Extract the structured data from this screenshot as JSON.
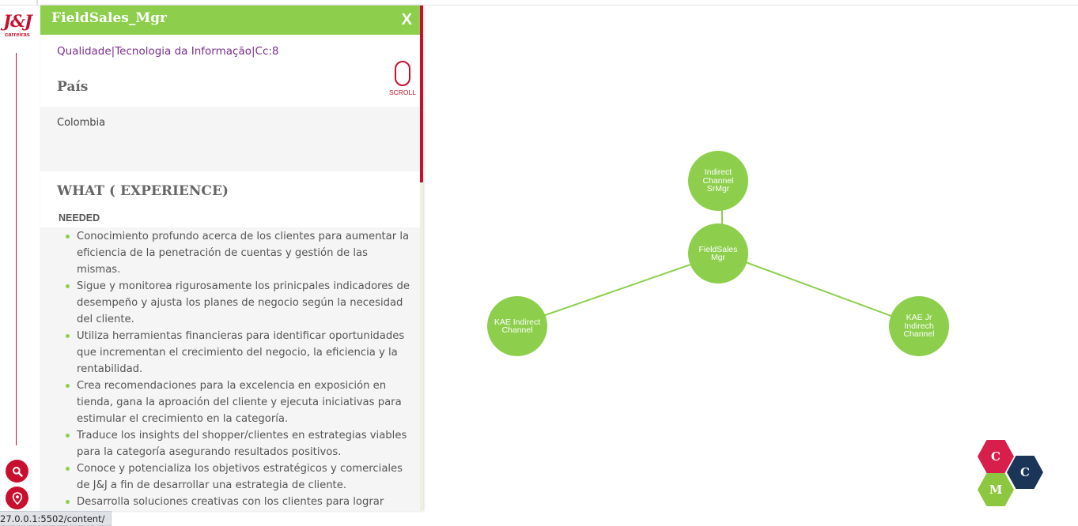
{
  "brand": {
    "logo_text": "J&J",
    "subtitle": "carreiras"
  },
  "rail": {
    "search_icon": "search-icon",
    "location_icon": "map-pin-icon"
  },
  "panel": {
    "title": "FieldSales_Mgr",
    "close_label": "X",
    "breadcrumb": "Qualidade|Tecnologia da Informação|Cc:8",
    "scroll_label": "SCROLL",
    "country_heading": "País",
    "country_value": "Colombia",
    "experience_heading": "WHAT ( EXPERIENCE)",
    "needed_heading": "NEEDED",
    "needed_items": [
      "Conocimiento profundo acerca de los clientes para aumentar la eficiencia de la penetración de cuentas y gestión de las mismas.",
      "Sigue y monitorea rigurosamente los prinicpales indicadores de desempeño y ajusta los planes de negocio según la necesidad del cliente.",
      "Utiliza herramientas financieras para identificar oportunidades que incrementan el crecimiento del negocio, la eficiencia y la rentabilidad.",
      "Crea recomendaciones para la excelencia en exposición en tienda, gana la aproación del cliente y ejecuta iniciativas para estimular el crecimiento en la categoría.",
      "Traduce los insights del shopper/clientes en estrategias viables para la categoría asegurando resultados positivos.",
      "Conoce y potencializa los objetivos estratégicos y comerciales de J&J a fin de desarrollar una estrategia de cliente.",
      "Desarrolla soluciones creativas con los clientes para lograr acuerdos mutuos mientras maneja activamente el impacto sobre la empresa."
    ]
  },
  "graph": {
    "center": "FieldSales Mgr",
    "top": "Indirect Channel SrMgr",
    "left": "KAE Indirect Channel",
    "right": "KAE Jr Indirech Channel",
    "node_color": "#8dcf4c"
  },
  "badges": {
    "top": "C",
    "right": "C",
    "bottom": "M",
    "colors": [
      "#d81e4b",
      "#1a3557",
      "#8dc63f"
    ]
  },
  "status": {
    "url": "27.0.0.1:5502/content/"
  }
}
